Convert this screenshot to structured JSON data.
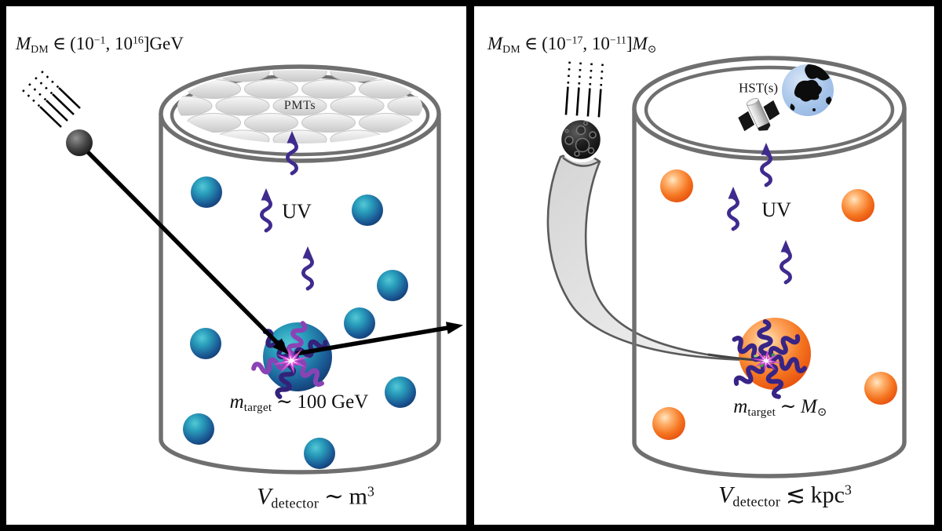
{
  "left_panel": {
    "mass_label": {
      "sym": "M",
      "sym_sub": "DM",
      "in": "∈",
      "p1": "(10",
      "e1": "−1",
      "p2": ", 10",
      "e2": "16",
      "p3": "]GeV"
    },
    "pmts_label": "PMTs",
    "uv_label": "UV",
    "target_label": {
      "sym": "m",
      "sym_sub": "target",
      "tilde": "∼",
      "value": "100 GeV"
    },
    "volume_label": {
      "sym": "V",
      "sym_sub": "detector",
      "tilde": "∼",
      "unit": "m",
      "exp": "3"
    }
  },
  "right_panel": {
    "mass_label": {
      "sym": "M",
      "sym_sub": "DM",
      "in": "∈",
      "p1": "(10",
      "e1": "−17",
      "p2": ", 10",
      "e2": "−11",
      "p3": "]",
      "unit": "M",
      "unit_sub": "⊙"
    },
    "hst_label": "HST(s)",
    "uv_label": "UV",
    "target_label": {
      "sym": "m",
      "sym_sub": "target",
      "tilde": "∼",
      "unit": "M",
      "unit_sub": "⊙"
    },
    "volume_label": {
      "sym": "V",
      "sym_sub": "detector",
      "lesssim": "≲",
      "unit": "kpc",
      "exp": "3"
    }
  },
  "colors": {
    "uv_photon_purple": "#3f2b8e",
    "squiggle_violet": "#33217a",
    "squiggle_light_purple": "#8a43b4",
    "target_atom_blue": "#1a5a95",
    "target_star_orange": "#f4741f",
    "collision_burst_magenta": "#d44fd6",
    "detector_outline_gray": "#6f6f6f",
    "dm_particle_black": "#1a1a1a",
    "wake_swath_gray": "#e3e3e3",
    "earth_blue": "#a9c6ea",
    "pmt_gray": "#dedede"
  }
}
